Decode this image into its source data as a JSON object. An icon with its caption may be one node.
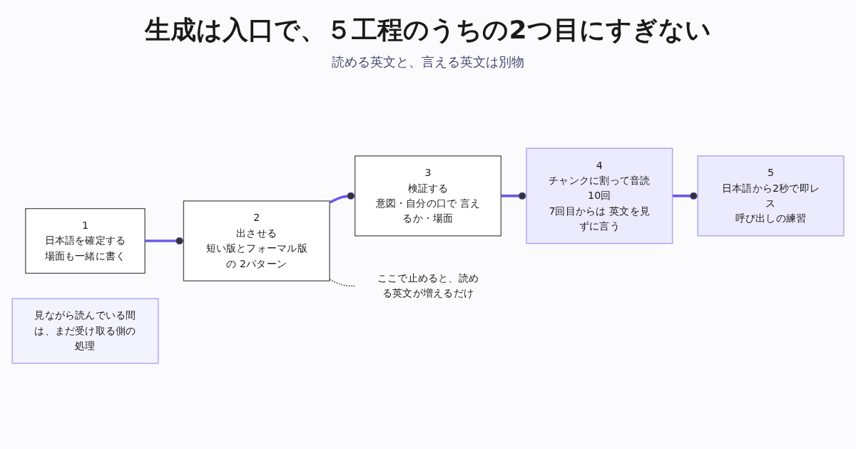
{
  "diagram": {
    "title": "生成は入口で、５工程のうちの2つ目にすぎない",
    "caption": "読める英文と、言える英文は別物",
    "nodes": [
      {
        "text": [
          "1",
          "日本語を確定する",
          "場面も一緒に書く"
        ]
      },
      {
        "text": [
          "2",
          "出させる",
          "短い版とフォーマル版の 2パターン"
        ]
      },
      {
        "text": [
          "3",
          "検証する",
          "意図・自分の口で 言えるか・場面"
        ]
      },
      {
        "text": [
          "4",
          "チャンクに割って音読10回",
          "7回目からは 英文を見ずに言う"
        ]
      },
      {
        "text": [
          "5",
          "日本語から2秒で即レス",
          "呼び出しの練習"
        ]
      },
      {
        "text": [
          "ここで止めると、読める英文が増えるだけ"
        ]
      },
      {
        "text": [
          "見ながら読んでいる間は、まだ受け取る側の処理"
        ]
      }
    ],
    "edges": [
      {
        "from": 0,
        "to": 1,
        "arrow": "other"
      },
      {
        "from": 1,
        "to": 2,
        "arrow": "other"
      },
      {
        "from": 2,
        "to": 3,
        "arrow": "other"
      },
      {
        "from": 3,
        "to": 4,
        "arrow": "other"
      },
      {
        "from": 1,
        "to": 5,
        "arrow": "none",
        "style": "dashed",
        "color": "#333333"
      }
    ]
  }
}
